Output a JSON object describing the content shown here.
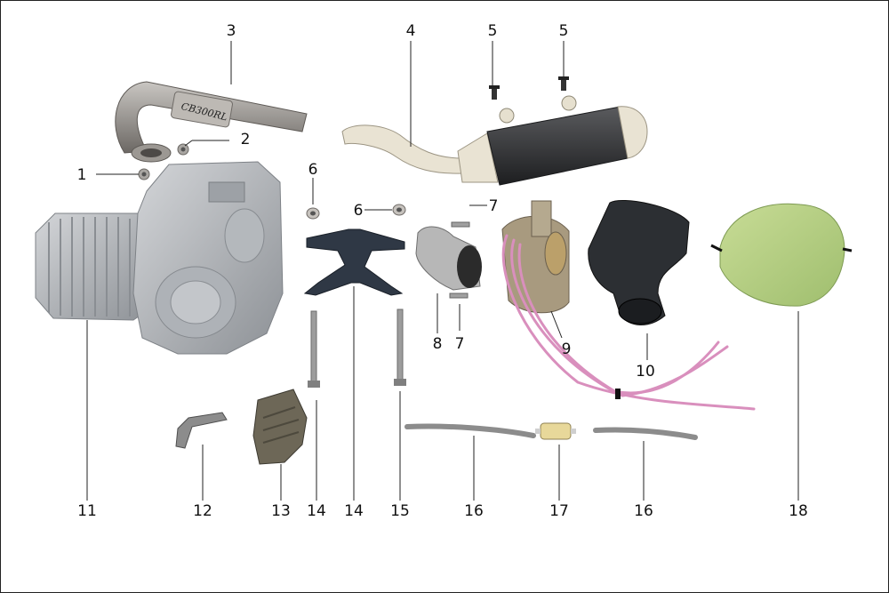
{
  "diagram": {
    "callouts": [
      {
        "id": "c1",
        "text": "1"
      },
      {
        "id": "c2",
        "text": "2"
      },
      {
        "id": "c3",
        "text": "3"
      },
      {
        "id": "c4",
        "text": "4"
      },
      {
        "id": "c5a",
        "text": "5"
      },
      {
        "id": "c5b",
        "text": "5"
      },
      {
        "id": "c6a",
        "text": "6"
      },
      {
        "id": "c6b",
        "text": "6"
      },
      {
        "id": "c7a",
        "text": "7"
      },
      {
        "id": "c7b",
        "text": "7"
      },
      {
        "id": "c8",
        "text": "8"
      },
      {
        "id": "c9",
        "text": "9"
      },
      {
        "id": "c10",
        "text": "10"
      },
      {
        "id": "c11",
        "text": "11"
      },
      {
        "id": "c12",
        "text": "12"
      },
      {
        "id": "c13",
        "text": "13"
      },
      {
        "id": "c14a",
        "text": "14"
      },
      {
        "id": "c14b",
        "text": "14"
      },
      {
        "id": "c15",
        "text": "15"
      },
      {
        "id": "c16a",
        "text": "16"
      },
      {
        "id": "c17",
        "text": "17"
      },
      {
        "id": "c16b",
        "text": "16"
      },
      {
        "id": "c18",
        "text": "18"
      }
    ],
    "handwritten_mark": "CB300RL",
    "colors": {
      "engine": "#b9bcc0",
      "exhaust_pipe": "#8e8a85",
      "muffler_body": "#3a3b3e",
      "muffler_cap": "#e9e3d3",
      "air_filter": "#b8d38a",
      "air_box": "#2c2f33",
      "fuel_tube": "#d98fbd",
      "aluminum": "#a7a7a7"
    }
  }
}
